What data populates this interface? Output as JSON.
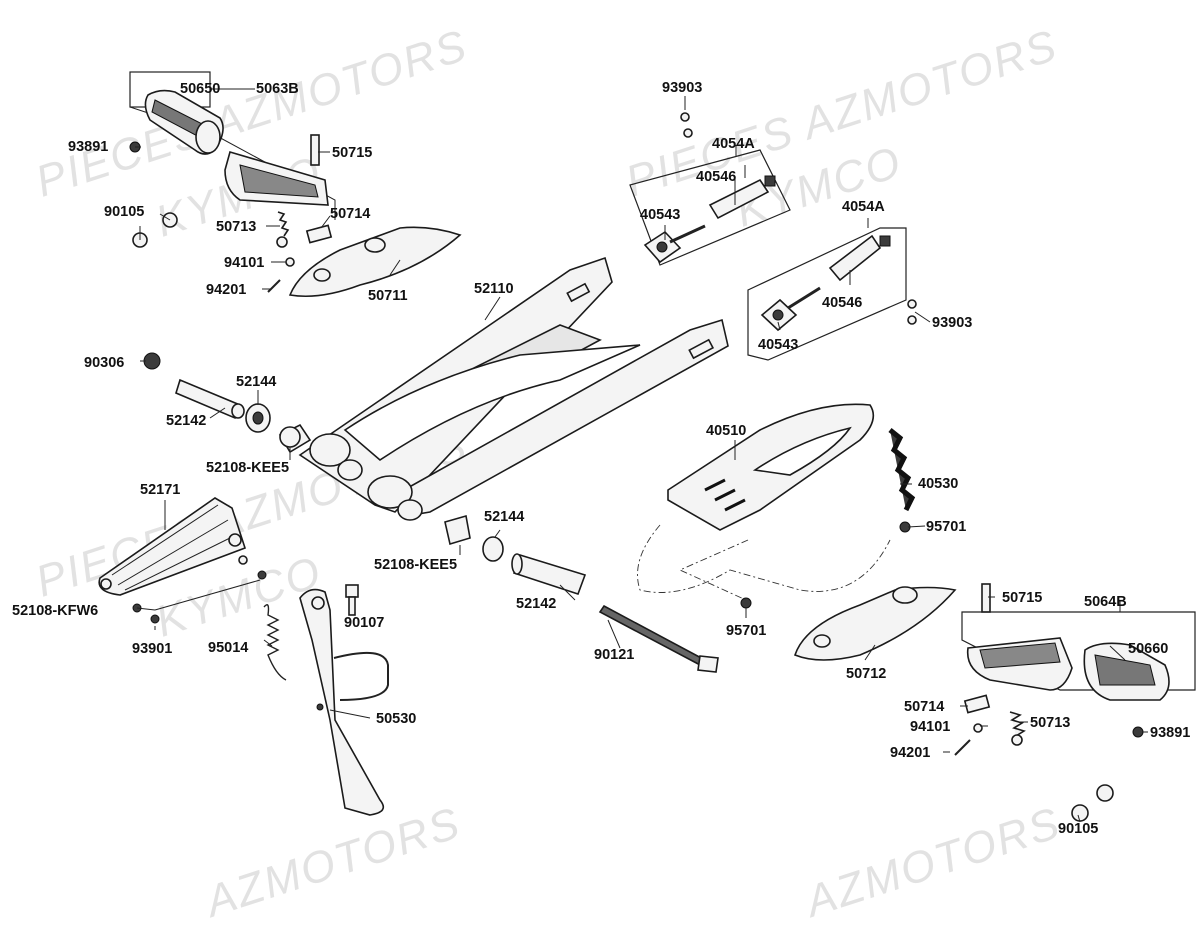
{
  "watermarks": [
    {
      "text": "PIECES AZMOTORS"
    },
    {
      "text": "KYMCO"
    },
    {
      "text": "PIECES AZMOTORS"
    },
    {
      "text": "KYMCO"
    },
    {
      "text": "PIECES AZMOTORS"
    },
    {
      "text": "KYMCO"
    },
    {
      "text": "AZMOTORS"
    },
    {
      "text": "AZMOTORS"
    }
  ],
  "parts": [
    {
      "label": "5063B"
    },
    {
      "label": "50650"
    },
    {
      "label": "93891"
    },
    {
      "label": "50715"
    },
    {
      "label": "90105"
    },
    {
      "label": "50714"
    },
    {
      "label": "50713"
    },
    {
      "label": "94101"
    },
    {
      "label": "94201"
    },
    {
      "label": "50711"
    },
    {
      "label": "52110"
    },
    {
      "label": "90306"
    },
    {
      "label": "52144"
    },
    {
      "label": "52142"
    },
    {
      "label": "52108-KEE5"
    },
    {
      "label": "52171"
    },
    {
      "label": "52108-KFW6"
    },
    {
      "label": "93901"
    },
    {
      "label": "95014"
    },
    {
      "label": "90107"
    },
    {
      "label": "50530"
    },
    {
      "label": "52144"
    },
    {
      "label": "52108-KEE5"
    },
    {
      "label": "52142"
    },
    {
      "label": "90121"
    },
    {
      "label": "93903"
    },
    {
      "label": "4054A"
    },
    {
      "label": "40546"
    },
    {
      "label": "40543"
    },
    {
      "label": "4054A"
    },
    {
      "label": "40546"
    },
    {
      "label": "93903"
    },
    {
      "label": "40543"
    },
    {
      "label": "40510"
    },
    {
      "label": "40530"
    },
    {
      "label": "95701"
    },
    {
      "label": "95701"
    },
    {
      "label": "50715"
    },
    {
      "label": "5064B"
    },
    {
      "label": "50660"
    },
    {
      "label": "50712"
    },
    {
      "label": "50714"
    },
    {
      "label": "94101"
    },
    {
      "label": "50713"
    },
    {
      "label": "93891"
    },
    {
      "label": "94201"
    },
    {
      "label": "90105"
    }
  ]
}
